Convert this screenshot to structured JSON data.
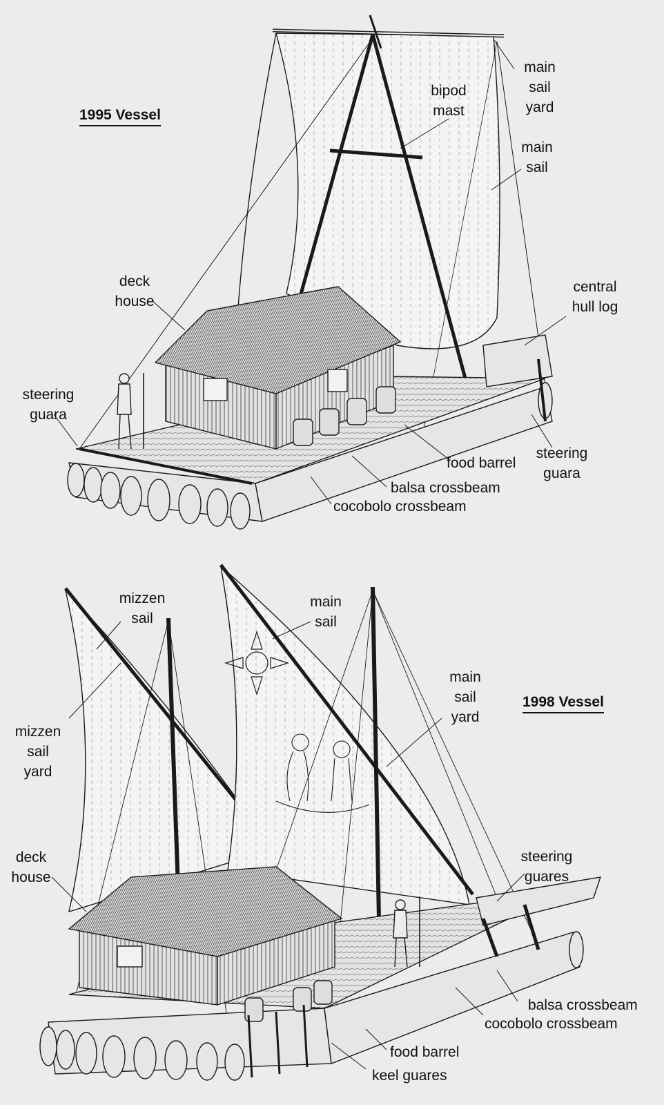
{
  "vessel_1995": {
    "title": "1995 Vessel",
    "labels": {
      "main_sail_yard": "main\nsail\nyard",
      "bipod_mast": "bipod\nmast",
      "main_sail": "main\nsail",
      "deck_house": "deck\nhouse",
      "central_hull_log": "central\nhull log",
      "steering_guara_left": "steering\nguara",
      "steering_guara_right": "steering\nguara",
      "food_barrel": "food barrel",
      "balsa_crossbeam": "balsa crossbeam",
      "cocobolo_crossbeam": "cocobolo crossbeam"
    }
  },
  "vessel_1998": {
    "title": "1998 Vessel",
    "labels": {
      "mizzen_sail": "mizzen\nsail",
      "main_sail": "main\nsail",
      "main_sail_yard": "main\nsail\nyard",
      "mizzen_sail_yard": "mizzen\nsail\nyard",
      "deck_house": "deck\nhouse",
      "steering_guares": "steering\nguares",
      "balsa_crossbeam": "balsa crossbeam",
      "cocobolo_crossbeam": "cocobolo crossbeam",
      "food_barrel": "food barrel",
      "keel_guares": "keel guares"
    }
  },
  "colors": {
    "ink": "#1a1a1a",
    "paper": "#ececec",
    "sail": "#f4f4f2"
  }
}
